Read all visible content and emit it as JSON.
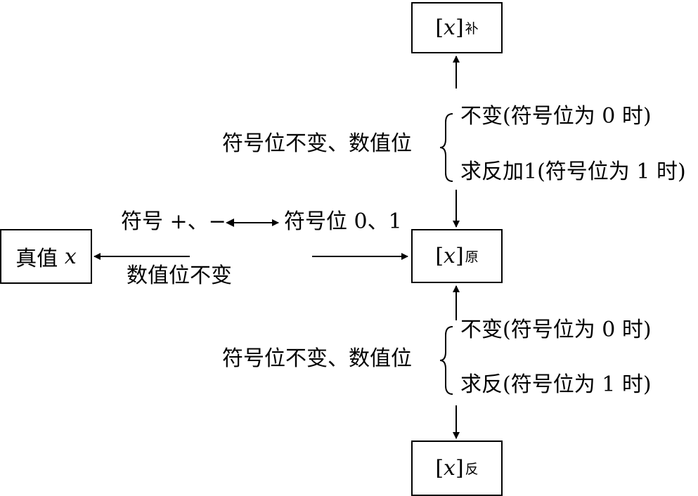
{
  "boxes": {
    "complement": {
      "bracket": "[x]",
      "sub": "补"
    },
    "sign_magnitude": {
      "bracket": "[x]",
      "sub": "原"
    },
    "ones_complement": {
      "bracket": "[x]",
      "sub": "反"
    },
    "true_value": {
      "prefix": "真值 ",
      "var": "x"
    }
  },
  "labels": {
    "top_left": "符号位不变、数值位",
    "top_opt1": "不变(符号位为 0 时)",
    "top_opt2": "求反加1(符号位为 1 时)",
    "bottom_left": "符号位不变、数值位",
    "bottom_opt1": "不变(符号位为 0 时)",
    "bottom_opt2": "求反(符号位为 1 时)",
    "sign_plus_minus": "符号 +、−",
    "sign_bits": "符号位 0、1",
    "magnitude_unchanged": "数值位不变"
  }
}
